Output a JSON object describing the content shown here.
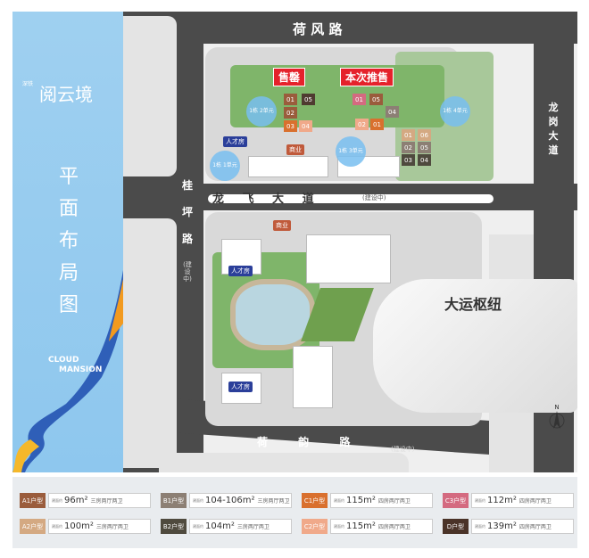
{
  "brand": {
    "company": "深铁",
    "name": "阅云境",
    "title": "平面布局图",
    "english_line1": "CLOUD",
    "english_line2": "MANSION"
  },
  "roads": {
    "top": "荷 风 路",
    "middle": "龙 飞 大 道",
    "middle_note": "(建设中)",
    "left": "桂 坪 路",
    "left_note": "(建设中)",
    "bottom": "荷 韵 路",
    "bottom_note": "(建设中)",
    "right": "龙 岗 大 道"
  },
  "map": {
    "sold_out": "售罄",
    "now_selling": "本次推售",
    "commercial": "商业",
    "talent_housing": "人才房",
    "hub": "大运枢纽",
    "north": "N",
    "circles": [
      "1栋 1单元",
      "1栋 2单元",
      "1栋 3单元",
      "1栋 4单元"
    ],
    "units": [
      {
        "n": "01",
        "c": "#9a5c3c"
      },
      {
        "n": "05",
        "c": "#4f3a30"
      },
      {
        "n": "02",
        "c": "#9a5c3c"
      },
      {
        "n": "03",
        "c": "#d9702e"
      },
      {
        "n": "04",
        "c": "#f0a98a"
      },
      {
        "n": "01",
        "c": "#d46a80"
      },
      {
        "n": "05",
        "c": "#9a5c3c"
      },
      {
        "n": "02",
        "c": "#f0a98a"
      },
      {
        "n": "01",
        "c": "#d9702e"
      },
      {
        "n": "04",
        "c": "#8c7f74"
      },
      {
        "n": "01",
        "c": "#d4a982"
      },
      {
        "n": "06",
        "c": "#d4a982"
      },
      {
        "n": "02",
        "c": "#8c7f74"
      },
      {
        "n": "05",
        "c": "#8c7f74"
      },
      {
        "n": "03",
        "c": "#4f4a3e"
      },
      {
        "n": "04",
        "c": "#4f4a3e"
      }
    ]
  },
  "legend": [
    {
      "type": "A1户型",
      "prefix": "建面约",
      "area": "96m²",
      "desc": "三房两厅两卫",
      "color": "#9a5c3c"
    },
    {
      "type": "B1户型",
      "prefix": "建面约",
      "area": "104-106m²",
      "desc": "三房两厅两卫",
      "color": "#8c7f74"
    },
    {
      "type": "C1户型",
      "prefix": "建面约",
      "area": "115m²",
      "desc": "四房两厅两卫",
      "color": "#d9702e"
    },
    {
      "type": "C3户型",
      "prefix": "建面约",
      "area": "112m²",
      "desc": "四房两厅两卫",
      "color": "#d46a80"
    },
    {
      "type": "A2户型",
      "prefix": "建面约",
      "area": "100m²",
      "desc": "三房两厅两卫",
      "color": "#d4a982"
    },
    {
      "type": "B2户型",
      "prefix": "建面约",
      "area": "104m²",
      "desc": "三房两厅两卫",
      "color": "#4f4a3e"
    },
    {
      "type": "C2户型",
      "prefix": "建面约",
      "area": "115m²",
      "desc": "四房两厅两卫",
      "color": "#f0a98a"
    },
    {
      "type": "D户型",
      "prefix": "建面约",
      "area": "139m²",
      "desc": "四房两厅两卫",
      "color": "#4a3328"
    }
  ]
}
